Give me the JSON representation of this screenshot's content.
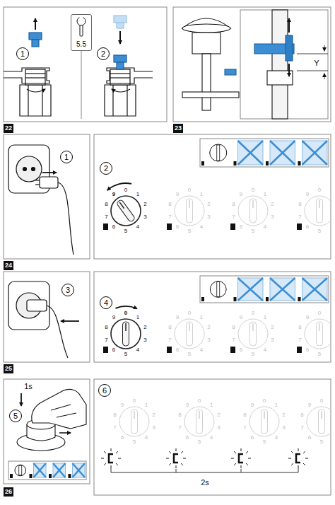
{
  "diagram": {
    "nodes": [
      {
        "text": [
          "1"
        ]
      },
      {
        "text": [
          "5.5"
        ]
      },
      {
        "text": [
          "2"
        ]
      },
      {
        "text": [
          "22"
        ]
      },
      {
        "text": [
          "23"
        ]
      },
      {
        "text": [
          "1"
        ]
      },
      {
        "text": [
          "2"
        ]
      },
      {
        "text": [
          "24"
        ]
      },
      {
        "text": [
          "3"
        ]
      },
      {
        "text": [
          "4"
        ]
      },
      {
        "text": [
          "25"
        ]
      },
      {
        "text": [
          "5"
        ]
      },
      {
        "text": [
          "6"
        ]
      },
      {
        "text": [
          "26"
        ]
      }
    ],
    "labels": [
      "Y",
      "0",
      "1",
      "2",
      "3",
      "4",
      "5",
      "6",
      "7",
      "8",
      "9",
      "0",
      "1",
      "2",
      "3",
      "4",
      "5",
      "6",
      "7",
      "8",
      "9",
      "0",
      "1",
      "2",
      "3",
      "4",
      "5",
      "6",
      "7",
      "8",
      "9",
      "5",
      "6",
      "7",
      "8",
      "9",
      "0",
      "0",
      "1",
      "2",
      "3",
      "4",
      "5",
      "6",
      "7",
      "8",
      "9",
      "0",
      "1",
      "2",
      "3",
      "4",
      "5",
      "6",
      "7",
      "8",
      "9",
      "0",
      "1",
      "2",
      "3",
      "4",
      "5",
      "6",
      "7",
      "8",
      "9",
      "5",
      "6",
      "7",
      "8",
      "9",
      "0",
      "1s",
      "0",
      "1",
      "2",
      "3",
      "4",
      "5",
      "6",
      "7",
      "8",
      "9",
      "0",
      "1",
      "2",
      "3",
      "4",
      "5",
      "6",
      "7",
      "8",
      "9",
      "0",
      "1",
      "2",
      "3",
      "4",
      "5",
      "6",
      "7",
      "8",
      "9",
      "5",
      "6",
      "7",
      "8",
      "9",
      "0",
      "2s"
    ]
  }
}
